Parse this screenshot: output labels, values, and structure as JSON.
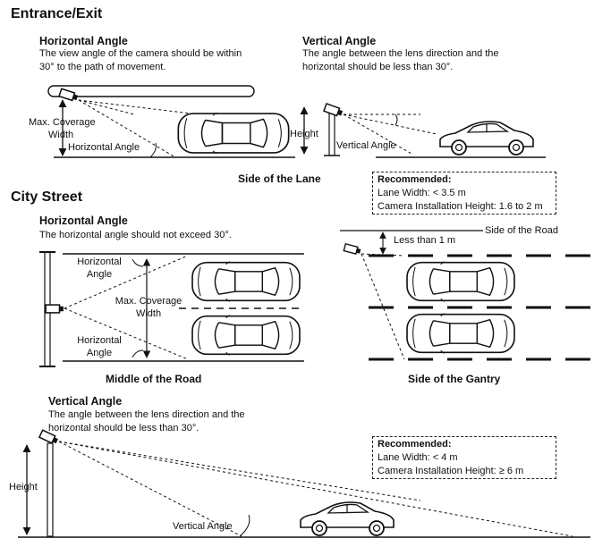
{
  "sections": {
    "entrance_title": "Entrance/Exit",
    "city_title": "City Street"
  },
  "entrance": {
    "h_title": "Horizontal Angle",
    "h_text_1": "The view angle of the camera should be within",
    "h_text_2": "30° to the path of movement.",
    "v_title": "Vertical Angle",
    "v_text_1": "The angle between the lens direction and the",
    "v_text_2": "horizontal should be less than 30°.",
    "max_cov_1": "Max. Coverage",
    "max_cov_2": "Width",
    "h_angle_label": "Horizontal Angle",
    "height_label": "Height",
    "v_angle_label": "Vertical Angle",
    "caption": "Side of the Lane",
    "rec_title": "Recommended:",
    "rec_line1": "Lane Width: < 3.5 m",
    "rec_line2": "Camera Installation Height: 1.6 to 2 m"
  },
  "city": {
    "h_title": "Horizontal Angle",
    "h_text": "The horizontal angle should not exceed 30°.",
    "h_angle_top_1": "Horizontal",
    "h_angle_top_2": "Angle",
    "max_cov_1": "Max. Coverage",
    "max_cov_2": "Width",
    "h_angle_bot_1": "Horizontal",
    "h_angle_bot_2": "Angle",
    "caption_middle": "Middle of the Road",
    "less_than": "Less than 1 m",
    "side_road": "Side of the Road",
    "caption_gantry": "Side of the Gantry",
    "v_title": "Vertical Angle",
    "v_text_1": "The angle between the lens direction and the",
    "v_text_2": "horizontal should be less than 30°.",
    "height_label": "Height",
    "v_angle_label": "Vertical Angle",
    "rec_title": "Recommended:",
    "rec_line1": "Lane Width: < 4 m",
    "rec_line2": "Camera Installation Height: ≥ 6 m"
  }
}
